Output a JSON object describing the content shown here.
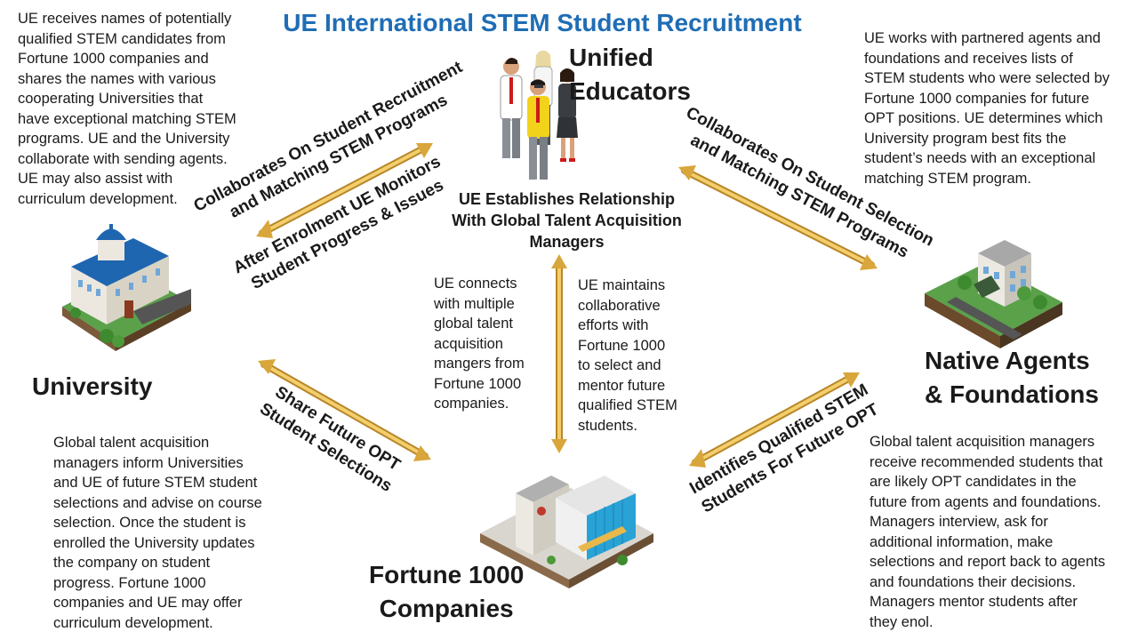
{
  "title": "UE International STEM Student Recruitment",
  "nodes": {
    "ue": "Unified\nEducators",
    "university": "University",
    "agents": "Native Agents\n& Foundations",
    "fortune": "Fortune 1000\nCompanies"
  },
  "paragraphs": {
    "university_top": "UE receives names of potentially\nqualified STEM candidates from\nFortune 1000 companies and\nshares the names with various\ncooperating Universities that\nhave  exceptional  matching STEM\nprograms. UE and the University\ncollaborate with sending agents.\nUE may also assist with\ncurriculum development.",
    "agents_top": "UE works with partnered agents and\nfoundations and receives lists of\nSTEM students who were selected by\nFortune 1000 companies for future\nOPT positions. UE determines which\nUniversity program best fits the\nstudent’s needs with an exceptional\nmatching STEM program.",
    "center_head": "UE Establishes Relationship\nWith Global Talent Acquisition\nManagers",
    "center_left": "UE connects\nwith multiple\nglobal talent\nacquisition\nmangers from\nFortune 1000\ncompanies.",
    "center_right": "UE maintains\ncollaborative\nefforts with\nFortune 1000\nto select and\nmentor future\nqualified STEM\nstudents.",
    "university_bottom": "Global talent acquisition\nmanagers inform Universities\nand UE of future STEM student\nselections and advise on course\nselection. Once the student is\nenrolled the University updates\nthe company on student\nprogress.  Fortune 1000\ncompanies and UE may offer\ncurriculum development.",
    "agents_bottom": "Global talent acquisition managers\nreceive recommended students that\nare likely OPT candidates in the\nfuture from agents and foundations.\nManagers interview, ask for\nadditional information, make\nselections and report back to agents\nand foundations their decisions.\nManagers mentor students after\nthey enol."
  },
  "arrow_labels": {
    "ue_university_top": "Collaborates On Student Recruitment\nand Matching STEM Programs",
    "ue_university_bottom": "After Enrolment UE Monitors\nStudent Progress & Issues",
    "ue_agents": "Collaborates On Student Selection\nand Matching STEM Programs",
    "university_fortune": "Share Future OPT\nStudent Selections",
    "fortune_agents": "Identifies Qualified STEM\nStudents For Future OPT"
  },
  "colors": {
    "title": "#1f6db5",
    "arrow": "#e8b84a",
    "arrow_dark": "#b8862a"
  }
}
